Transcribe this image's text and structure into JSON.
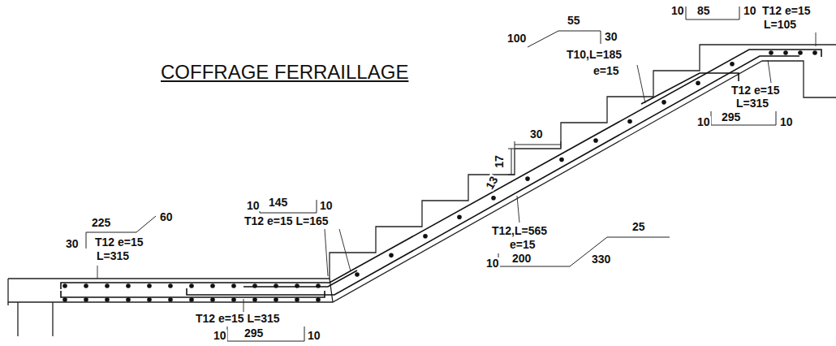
{
  "diagram": {
    "title": "COFFRAGE FERRAILLAGE",
    "labels": [
      "10",
      "85",
      "10",
      "T12 e=15",
      "L=105",
      "100",
      "55",
      "30",
      "T10,L=185",
      "e=15",
      "T12 e=15",
      "L=315",
      "10",
      "295",
      "10",
      "30",
      "17",
      "13",
      "30",
      "225",
      "60",
      "T12 e=15",
      "L=315",
      "10",
      "145",
      "10",
      "T12 e=15 L=165",
      "T12,L=565",
      "e=15",
      "10",
      "200",
      "330",
      "25",
      "T12 e=15 L=315",
      "10",
      "295",
      "10"
    ]
  }
}
